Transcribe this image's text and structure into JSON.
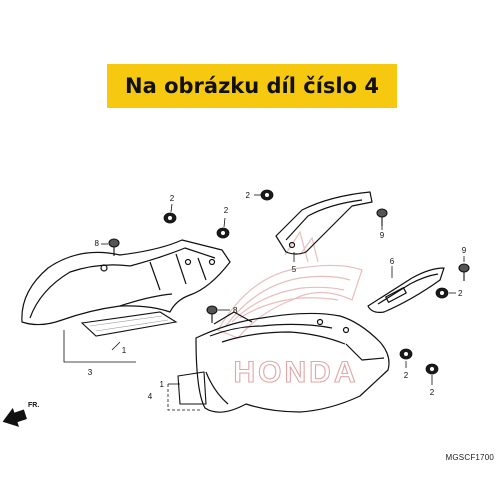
{
  "banner": {
    "text": "Na obrázku díl číslo 4",
    "color": "#f6c80f"
  },
  "diagram_code": "MGSCF1700",
  "direction_label": "FR.",
  "watermark": "HONDA",
  "callouts": [
    "1",
    "2",
    "3",
    "4",
    "5",
    "6",
    "8",
    "9"
  ]
}
